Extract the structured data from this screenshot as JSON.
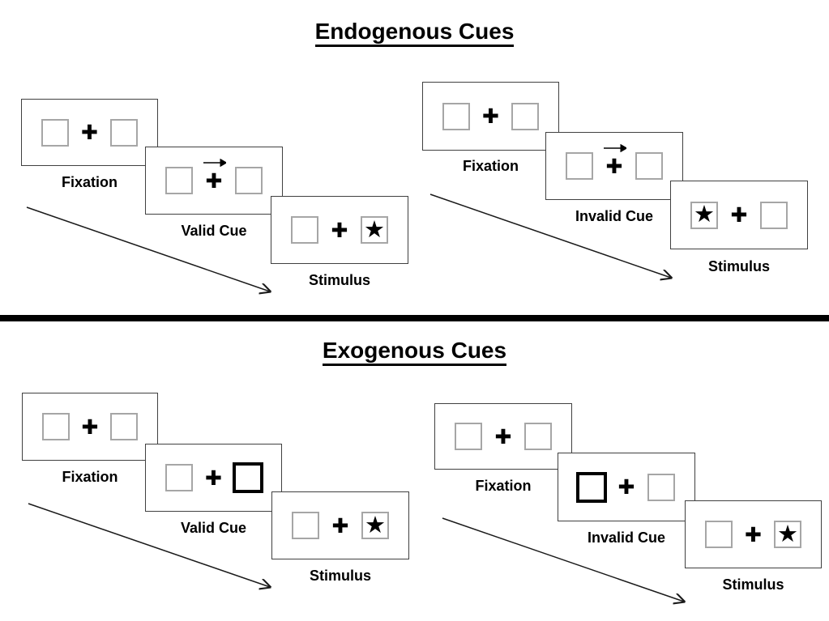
{
  "figure_type": "posner-cueing-paradigm-diagram",
  "glyphs": {
    "plus": "✚",
    "star": "★"
  },
  "colors": {
    "background": "#ffffff",
    "panel_border": "#404040",
    "placeholder_box_border": "#a6a6a6",
    "cue_box_border": "#000000",
    "text": "#000000",
    "divider": "#000000",
    "arrow": "#1a1a1a"
  },
  "sections": [
    {
      "title": "Endogenous Cues",
      "cue_type": "central-arrow-above-fixation-cross",
      "groups": [
        {
          "name": "valid-cue-sequence",
          "cue_direction": "right",
          "stimulus_side": "right",
          "panels": [
            {
              "label": "Fixation",
              "left_box": "empty",
              "center": "cross",
              "right_box": "empty"
            },
            {
              "label": "Valid Cue",
              "left_box": "empty",
              "center": "cross-with-right-arrow",
              "right_box": "empty"
            },
            {
              "label": "Stimulus",
              "left_box": "empty",
              "center": "cross",
              "right_box": "star"
            }
          ]
        },
        {
          "name": "invalid-cue-sequence",
          "cue_direction": "right",
          "stimulus_side": "left",
          "panels": [
            {
              "label": "Fixation",
              "left_box": "empty",
              "center": "cross",
              "right_box": "empty"
            },
            {
              "label": "Invalid Cue",
              "left_box": "empty",
              "center": "cross-with-right-arrow",
              "right_box": "empty"
            },
            {
              "label": "Stimulus",
              "left_box": "star",
              "center": "cross",
              "right_box": "empty"
            }
          ]
        }
      ]
    },
    {
      "title": "Exogenous Cues",
      "cue_type": "peripheral-highlighted-box",
      "groups": [
        {
          "name": "valid-cue-sequence",
          "cue_side": "right",
          "stimulus_side": "right",
          "panels": [
            {
              "label": "Fixation",
              "left_box": "empty",
              "center": "cross",
              "right_box": "empty"
            },
            {
              "label": "Valid Cue",
              "left_box": "empty",
              "center": "cross",
              "right_box": "bold-highlighted"
            },
            {
              "label": "Stimulus",
              "left_box": "empty",
              "center": "cross",
              "right_box": "star"
            }
          ]
        },
        {
          "name": "invalid-cue-sequence",
          "cue_side": "left",
          "stimulus_side": "right",
          "panels": [
            {
              "label": "Fixation",
              "left_box": "empty",
              "center": "cross",
              "right_box": "empty"
            },
            {
              "label": "Invalid Cue",
              "left_box": "bold-highlighted",
              "center": "cross",
              "right_box": "empty"
            },
            {
              "label": "Stimulus",
              "left_box": "empty",
              "center": "cross",
              "right_box": "star"
            }
          ]
        }
      ]
    }
  ]
}
